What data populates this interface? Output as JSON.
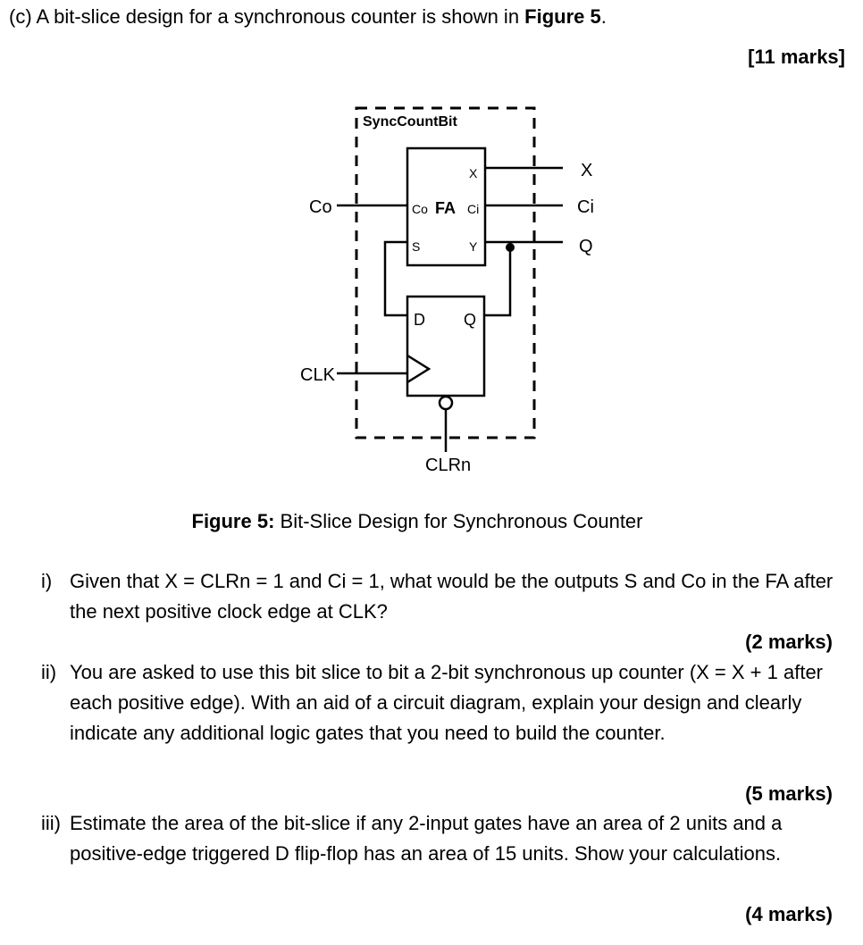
{
  "intro": {
    "prefix": "(c) A bit-slice design for a synchronous counter is shown in ",
    "figure_ref": "Figure 5",
    "suffix": "."
  },
  "total_marks": "[11 marks]",
  "figure": {
    "block_name": "SyncCountBit",
    "fa": {
      "label": "FA",
      "port_x": "X",
      "port_co": "Co",
      "port_ci": "Ci",
      "port_s": "S",
      "port_y": "Y"
    },
    "ff": {
      "port_d": "D",
      "port_q": "Q"
    },
    "external": {
      "co": "Co",
      "clk": "CLK",
      "x": "X",
      "ci": "Ci",
      "q": "Q",
      "clrn": "CLRn"
    }
  },
  "caption": {
    "label": "Figure 5:",
    "text": " Bit-Slice Design for Synchronous Counter"
  },
  "questions": [
    {
      "num": "i)",
      "text": "Given that X = CLRn = 1 and Ci = 1, what would be the outputs S and Co in the FA after the next positive clock edge at CLK?",
      "marks": "(2 marks)"
    },
    {
      "num": "ii)",
      "text": "You are asked to use this bit slice to bit a 2-bit synchronous up counter (X = X + 1 after each positive edge). With an aid of a circuit diagram, explain your design and clearly indicate any additional logic gates that you need to build the counter.",
      "marks": "(5 marks)"
    },
    {
      "num": "iii)",
      "text": "Estimate the area of the bit-slice if any 2-input gates have an area of 2 units and a positive-edge triggered D flip-flop has an area of 15 units. Show your calculations.",
      "marks": "(4 marks)"
    }
  ]
}
